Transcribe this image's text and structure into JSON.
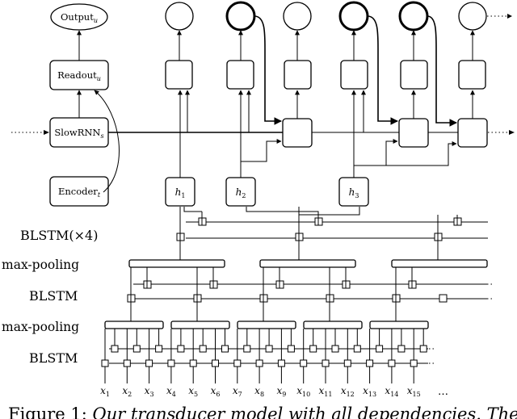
{
  "labels": {
    "output": "Output",
    "output_sub": "u",
    "readout": "Readout",
    "readout_sub": "u",
    "slowrnn": "SlowRNN",
    "slowrnn_sub": "s",
    "encoder": "Encoder",
    "encoder_sub": "t",
    "h": "h",
    "h_subs": [
      "1",
      "2",
      "3"
    ],
    "x": "x",
    "x_subs": [
      "1",
      "2",
      "3",
      "4",
      "5",
      "6",
      "7",
      "8",
      "9",
      "10",
      "11",
      "12",
      "13",
      "14",
      "15"
    ],
    "x_ellipsis": "…"
  },
  "layers": {
    "blstm_x4": "BLSTM(×4)",
    "maxpool_top": "max-pooling",
    "blstm_mid": "BLSTM",
    "maxpool_bottom": "max-pooling",
    "blstm_bottom": "BLSTM"
  },
  "caption": {
    "lead": "Figure 1: ",
    "rest": "Our transducer model with all dependencies.  The"
  }
}
